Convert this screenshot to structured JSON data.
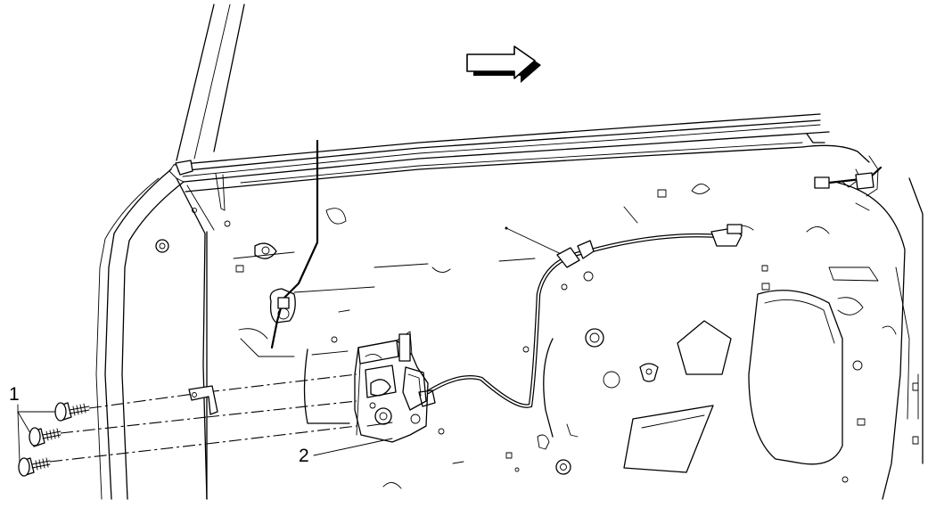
{
  "diagram": {
    "callouts": [
      {
        "id": "1",
        "label": "1",
        "part": "bolts"
      },
      {
        "id": "2",
        "label": "2",
        "part": "door-latch"
      }
    ],
    "direction_arrow_icon": "right-arrow-icon"
  }
}
